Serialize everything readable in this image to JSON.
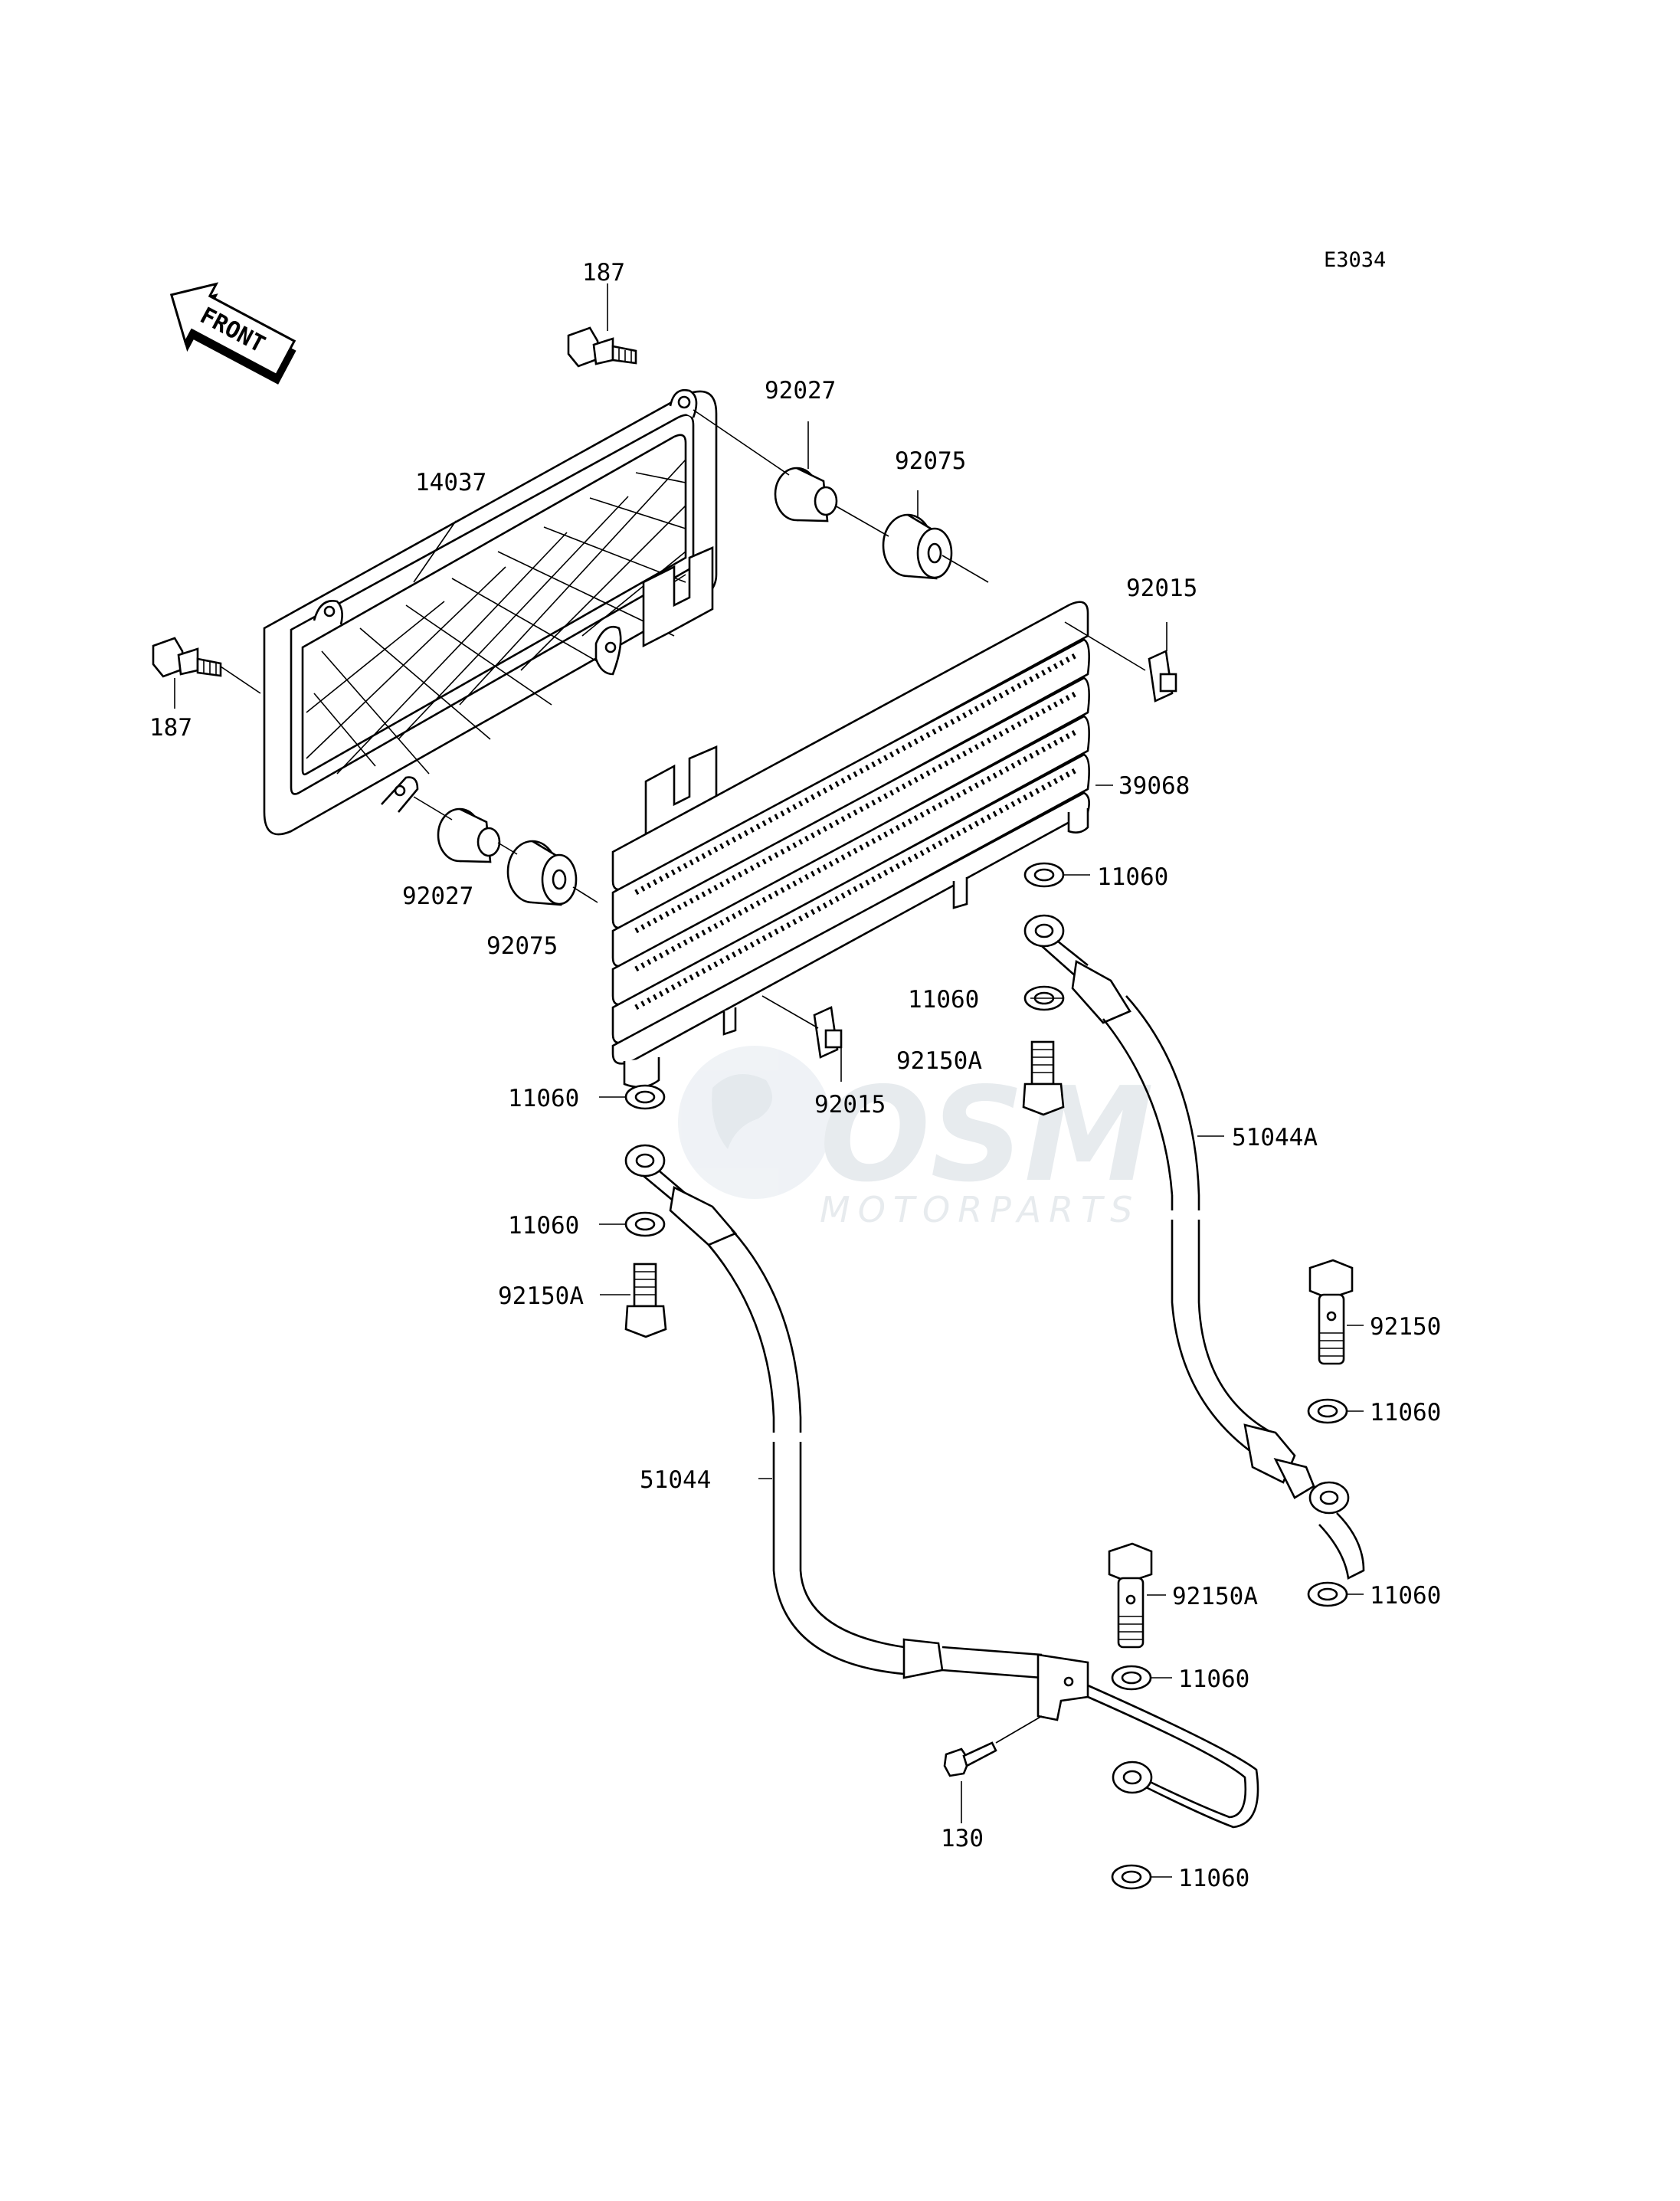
{
  "diagram": {
    "code": "E3034",
    "direction_arrow": "FRONT",
    "watermark": {
      "brand": "OSM",
      "sub": "MOTORPARTS"
    },
    "callouts": [
      "187",
      "187",
      "14037",
      "92027",
      "92075",
      "92015",
      "39068",
      "11060",
      "11060",
      "92150A",
      "92015",
      "92027",
      "92075",
      "11060",
      "51044A",
      "11060",
      "92150A",
      "92150",
      "11060",
      "51044",
      "92150A",
      "11060",
      "11060",
      "130",
      "11060"
    ]
  }
}
